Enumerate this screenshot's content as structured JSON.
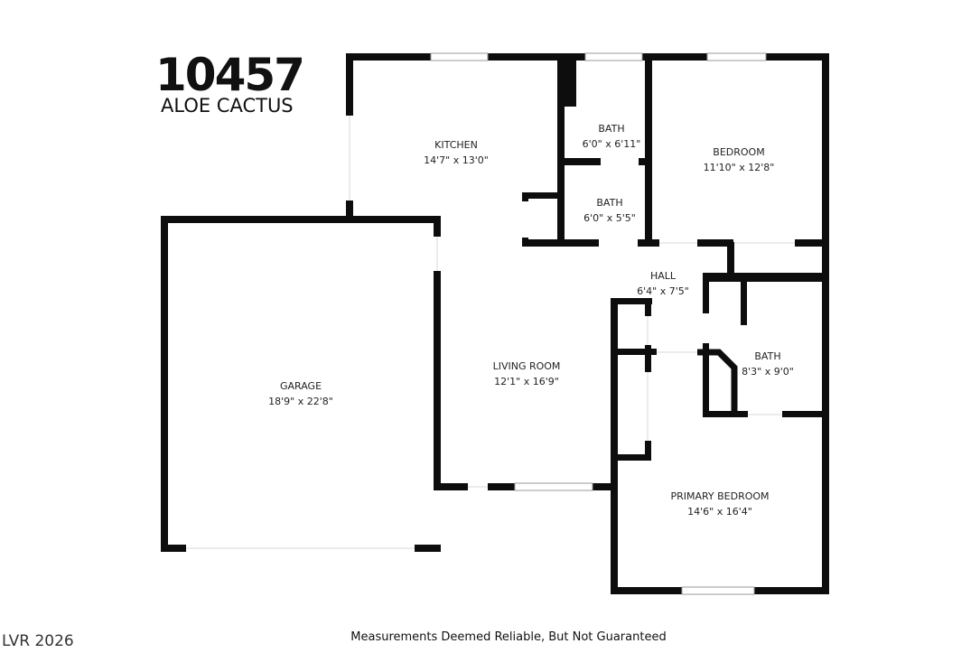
{
  "header": {
    "number": "10457",
    "street": "ALOE CACTUS"
  },
  "rooms": [
    {
      "name": "KITCHEN",
      "size": "14'7\" x 13'0\""
    },
    {
      "name": "BATH",
      "size": "6'0\" x 6'11\""
    },
    {
      "name": "BEDROOM",
      "size": "11'10\" x 12'8\""
    },
    {
      "name": "BATH",
      "size": "6'0\" x 5'5\""
    },
    {
      "name": "HALL",
      "size": "6'4\" x 7'5\""
    },
    {
      "name": "GARAGE",
      "size": "18'9\" x 22'8\""
    },
    {
      "name": "LIVING ROOM",
      "size": "12'1\" x 16'9\""
    },
    {
      "name": "BATH",
      "size": "8'3\" x 9'0\""
    },
    {
      "name": "PRIMARY BEDROOM",
      "size": "14'6\" x 16'4\""
    }
  ],
  "footer": {
    "disclaimer": "Measurements Deemed Reliable, But Not Guaranteed",
    "watermark": "LVR 2026"
  }
}
